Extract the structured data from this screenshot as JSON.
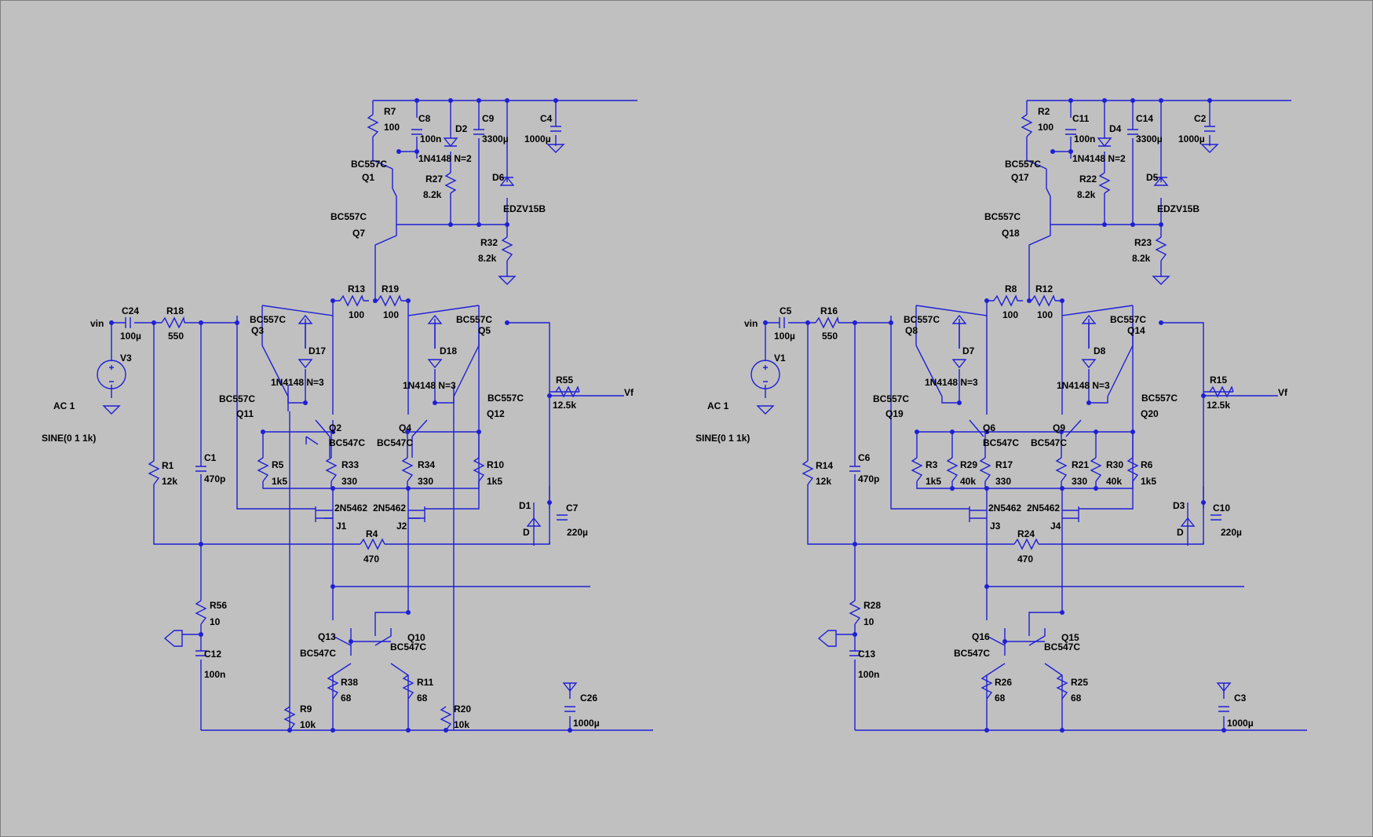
{
  "canvas": {
    "background": "#c0c0c0",
    "wire_color": "#1f1fd6",
    "text_color": "#000000"
  },
  "left": {
    "R7": "R7",
    "R7v": "100",
    "C8": "C8",
    "C8v": "100n",
    "D2": "D2",
    "D2v": "1N4148 N=2",
    "C9": "C9",
    "C9v": "3300µ",
    "C4": "C4",
    "C4v": "1000µ",
    "Q1m": "BC557C",
    "Q1": "Q1",
    "R27": "R27",
    "R27v": "8.2k",
    "D6": "D6",
    "D6v": "EDZV15B",
    "Q7m": "BC557C",
    "Q7": "Q7",
    "R32": "R32",
    "R32v": "8.2k",
    "R13": "R13",
    "R13v": "100",
    "R19": "R19",
    "R19v": "100",
    "vin": "vin",
    "C24": "C24",
    "C24v": "100µ",
    "R18": "R18",
    "R18v": "550",
    "Q3m": "BC557C",
    "Q3": "Q3",
    "Q5m": "BC557C",
    "Q5": "Q5",
    "V3": "V3",
    "AC": "AC 1",
    "SINE": "SINE(0 1 1k)",
    "D17": "D17",
    "D17v": "1N4148 N=3",
    "D18": "D18",
    "D18v": "1N4148 N=3",
    "R55": "R55",
    "R55v": "12.5k",
    "Vf": "Vf",
    "Q11m": "BC557C",
    "Q11": "Q11",
    "Q2": "Q2",
    "Q2m": "BC547C",
    "Q4": "Q4",
    "Q4m": "BC547C",
    "Q12m": "BC557C",
    "Q12": "Q12",
    "R1": "R1",
    "R1v": "12k",
    "C1": "C1",
    "C1v": "470p",
    "R5": "R5",
    "R5v": "1k5",
    "R33": "R33",
    "R33v": "330",
    "R34": "R34",
    "R34v": "330",
    "R10": "R10",
    "R10v": "1k5",
    "J1m": "2N5462",
    "J2m": "2N5462",
    "J1": "J1",
    "J2": "J2",
    "D1": "D1",
    "D1v": "D",
    "C7": "C7",
    "C7v": "220µ",
    "R4": "R4",
    "R4v": "470",
    "R56": "R56",
    "R56v": "10",
    "C12": "C12",
    "C12v": "100n",
    "Q13": "Q13",
    "Q13m": "BC547C",
    "Q10": "Q10",
    "Q10m": "BC547C",
    "R38": "R38",
    "R38v": "68",
    "R11": "R11",
    "R11v": "68",
    "C26": "C26",
    "C26v": "1000µ",
    "R9": "R9",
    "R9v": "10k",
    "R20": "R20",
    "R20v": "10k"
  },
  "right": {
    "R2": "R2",
    "R2v": "100",
    "C11": "C11",
    "C11v": "100n",
    "D4": "D4",
    "D4v": "1N4148 N=2",
    "C14": "C14",
    "C14v": "3300µ",
    "C2": "C2",
    "C2v": "1000µ",
    "Q17m": "BC557C",
    "Q17": "Q17",
    "R22": "R22",
    "R22v": "8.2k",
    "D5": "D5",
    "D5v": "EDZV15B",
    "Q18m": "BC557C",
    "Q18": "Q18",
    "R23": "R23",
    "R23v": "8.2k",
    "R8": "R8",
    "R8v": "100",
    "R12": "R12",
    "R12v": "100",
    "vin": "vin",
    "C5": "C5",
    "C5v": "100µ",
    "R16": "R16",
    "R16v": "550",
    "Q8m": "BC557C",
    "Q8": "Q8",
    "Q14m": "BC557C",
    "Q14": "Q14",
    "V1": "V1",
    "AC": "AC 1",
    "SINE": "SINE(0 1 1k)",
    "D7": "D7",
    "D7v": "1N4148 N=3",
    "D8": "D8",
    "D8v": "1N4148 N=3",
    "R15": "R15",
    "R15v": "12.5k",
    "Vf": "Vf",
    "Q19m": "BC557C",
    "Q19": "Q19",
    "Q6": "Q6",
    "Q6m": "BC547C",
    "Q9": "Q9",
    "Q9m": "BC547C",
    "Q20m": "BC557C",
    "Q20": "Q20",
    "R14": "R14",
    "R14v": "12k",
    "C6": "C6",
    "C6v": "470p",
    "R3": "R3",
    "R3v": "1k5",
    "R29": "R29",
    "R29v": "40k",
    "R17": "R17",
    "R17v": "330",
    "R21": "R21",
    "R21v": "330",
    "R30": "R30",
    "R30v": "40k",
    "R6": "R6",
    "R6v": "1k5",
    "J3m": "2N5462",
    "J4m": "2N5462",
    "J3": "J3",
    "J4": "J4",
    "D3": "D3",
    "D3v": "D",
    "C10": "C10",
    "C10v": "220µ",
    "R24": "R24",
    "R24v": "470",
    "R28": "R28",
    "R28v": "10",
    "C13": "C13",
    "C13v": "100n",
    "Q16": "Q16",
    "Q16m": "BC547C",
    "Q15": "Q15",
    "Q15m": "BC547C",
    "R26": "R26",
    "R26v": "68",
    "R25": "R25",
    "R25v": "68",
    "C3": "C3",
    "C3v": "1000µ"
  }
}
